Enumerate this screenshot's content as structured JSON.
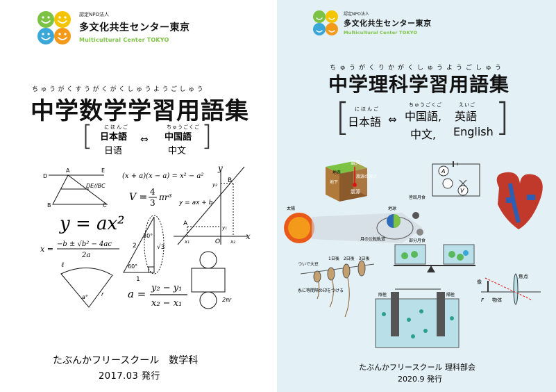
{
  "org": {
    "small": "認定NPO法人",
    "name": "多文化共生センター東京",
    "english": "Multicultural Center TOKYO"
  },
  "colors": {
    "logo_yellow": "#f5c400",
    "logo_green": "#7cc243",
    "logo_blue": "#3aa7d8",
    "logo_orange": "#f39a1b"
  },
  "math": {
    "title_ruby": "ちゅうがくすうがくがくしゅうようごしゅう",
    "title": "中学数学学習用語集",
    "lang_ja_ruby": "にほんご",
    "lang_ja": "日本語",
    "lang_zh_ruby": "ちゅうごくご",
    "lang_zh": "中国語",
    "lang_ja_cn": "日语",
    "lang_zh_cn": "中文",
    "arrow": "⇔",
    "fig": {
      "pt_D": "D",
      "pt_A": "A",
      "pt_E": "E",
      "pt_B": "B",
      "pt_C": "C",
      "parallel": "DE//BC",
      "formula_product": "(x + a)(x − a) = x² − a²",
      "volume_V": "V =",
      "volume_num": "4",
      "volume_den": "3",
      "volume_rest": "πr³",
      "linear": "y = ax + b",
      "axis_y": "y",
      "axis_x": "x",
      "y2": "y₂",
      "y1": "y₁",
      "x1": "x₁",
      "x2": "x₂",
      "origin": "O",
      "pt_A2": "A",
      "pt_B2": "B",
      "quadratic": "y = ax²",
      "roots_x": "x =",
      "roots_num": "−b ± √b² − 4ac",
      "roots_den": "2a",
      "ang30": "30°",
      "ang60": "60°",
      "side2": "2",
      "side1": "1",
      "sqrt3": "√3",
      "sector_l": "ℓ",
      "sector_a": "a°",
      "sector_r": "r",
      "slope_a": "a =",
      "slope_num": "y₂ − y₁",
      "slope_den": "x₂ − x₁",
      "circ": "2πr"
    },
    "school": "たぶんかフリースクール　数学科",
    "date": "2017.03 発行"
  },
  "science": {
    "title_ruby": "ちゅうがくりかがくしゅうようごしゅう",
    "title": "中学理科学習用語集",
    "lang_ja_ruby": "にほんご",
    "lang_ja": "日本語",
    "arrow": "⇔",
    "lang_zh_ruby": "ちゅうごくご",
    "lang_zh": "中国語,",
    "lang_en_ruby": "えいご",
    "lang_en": "英語",
    "lang_zh_cn": "中文,",
    "lang_en_en": "English",
    "fig": {
      "quake_epicenter": "震央",
      "quake_surface": "地表",
      "quake_under": "地下",
      "quake_depth": "震源の深さ",
      "quake_source": "震源",
      "meter_A": "A",
      "meter_V": "V",
      "sun": "太陽",
      "eclipse_total": "皆既月食",
      "eclipse_partial": "部分月食",
      "earth": "地球",
      "moon_orbit": "月の公転軌道",
      "days": "1日後　2日後　3日後",
      "pollen": "ついで大豆",
      "mark": "糸に等間隔の印をつける",
      "electrode_neg": "陰極",
      "electrode_pos": "陽極",
      "image_label": "像",
      "object_label": "物体",
      "focus": "焦点",
      "F": "F"
    },
    "school": "たぶんかフリースクール 理科部会",
    "date": "2020.9 発行"
  }
}
